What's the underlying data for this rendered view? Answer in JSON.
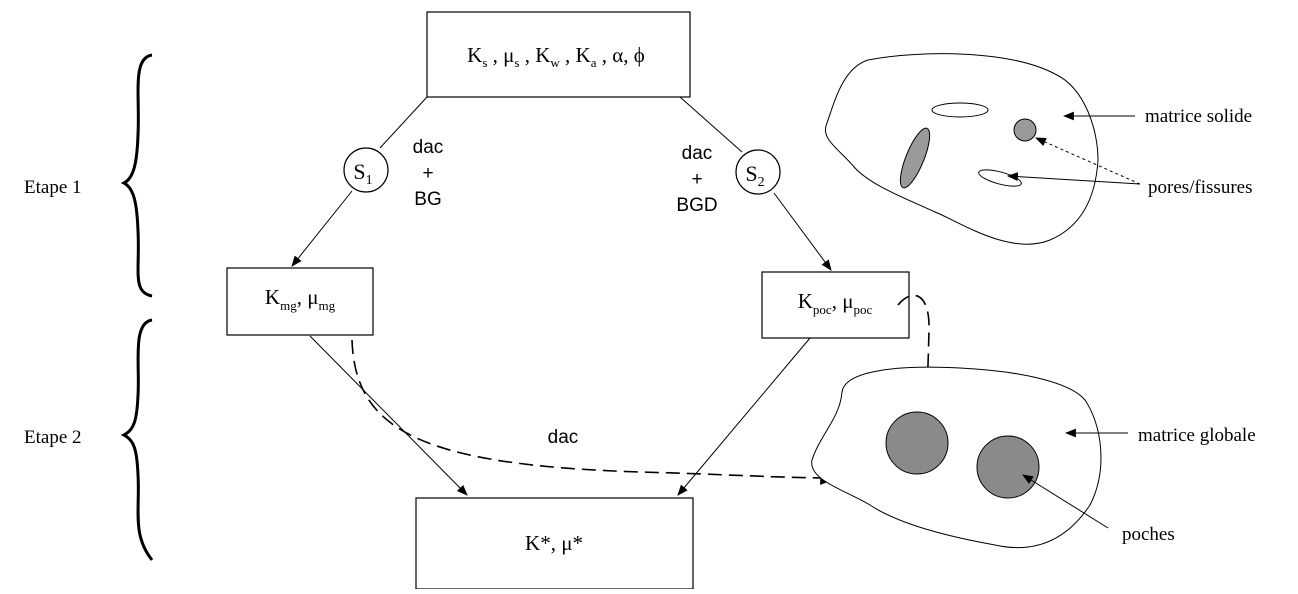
{
  "stages": {
    "stage1": "Etape 1",
    "stage2": "Etape 2"
  },
  "boxes": {
    "top_parts": [
      "K",
      "s",
      " , ",
      "μ",
      "s",
      " , ",
      "K",
      "w",
      " , ",
      "K",
      "a",
      " , α, ϕ"
    ],
    "left_parts": [
      "K",
      "mg",
      ", ",
      "μ",
      "mg"
    ],
    "right_parts": [
      "K",
      "poc",
      ", ",
      "μ",
      "poc"
    ],
    "bottom": "K*, μ*"
  },
  "nodes": {
    "s1_main": "S",
    "s1_sub": "1",
    "s2_main": "S",
    "s2_sub": "2"
  },
  "edge_labels": {
    "left_line1": "dac",
    "left_line2": "+",
    "left_line3": "BG",
    "right_line1": "dac",
    "right_line2": "+",
    "right_line3": "BGD",
    "middle": "dac"
  },
  "annotations": {
    "matrice_solide": "matrice solide",
    "pores_fissures": "pores/fissures",
    "matrice_globale": "matrice globale",
    "poches": "poches"
  },
  "colors": {
    "line": "#000000",
    "inclusion_fill": "#9a9a9a",
    "background": "#ffffff"
  }
}
